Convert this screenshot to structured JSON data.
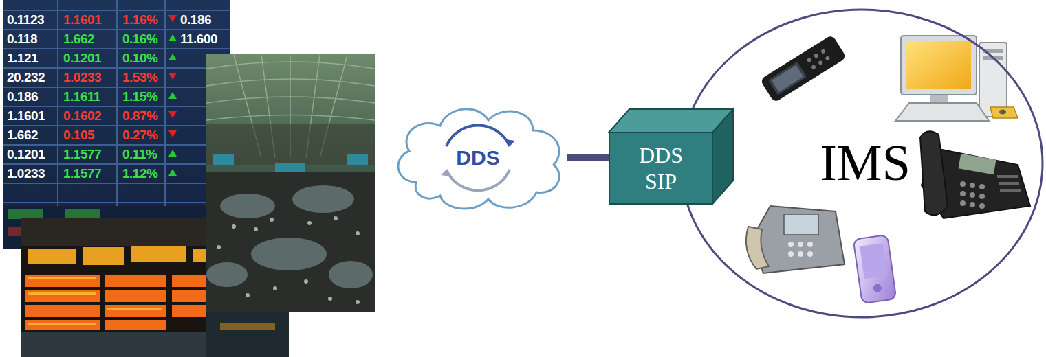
{
  "diagram": {
    "nodes": [
      {
        "text": [
          "DDS"
        ]
      },
      {
        "text": [
          "DDS SIP"
        ]
      },
      {
        "text": [
          "IMS"
        ]
      }
    ],
    "edges": [
      {
        "from": 0,
        "to": 1,
        "arrow": "none"
      }
    ],
    "labels": [
      "0.1123",
      "1.1601",
      "1.16%",
      "0.186",
      "0.118",
      "1.662",
      "0.16%",
      "11.600",
      "1.121",
      "0.1201",
      "0.10%",
      "20.232",
      "1.0233",
      "1.53%",
      "0.186",
      "1.1611",
      "1.15%",
      "1.1601",
      "0.1602",
      "0.87%",
      "1.662",
      "0.105",
      "0.27%",
      "0.1201",
      "1.1577",
      "0.11%",
      "1.0233",
      "1.1577",
      "1.12%"
    ]
  }
}
